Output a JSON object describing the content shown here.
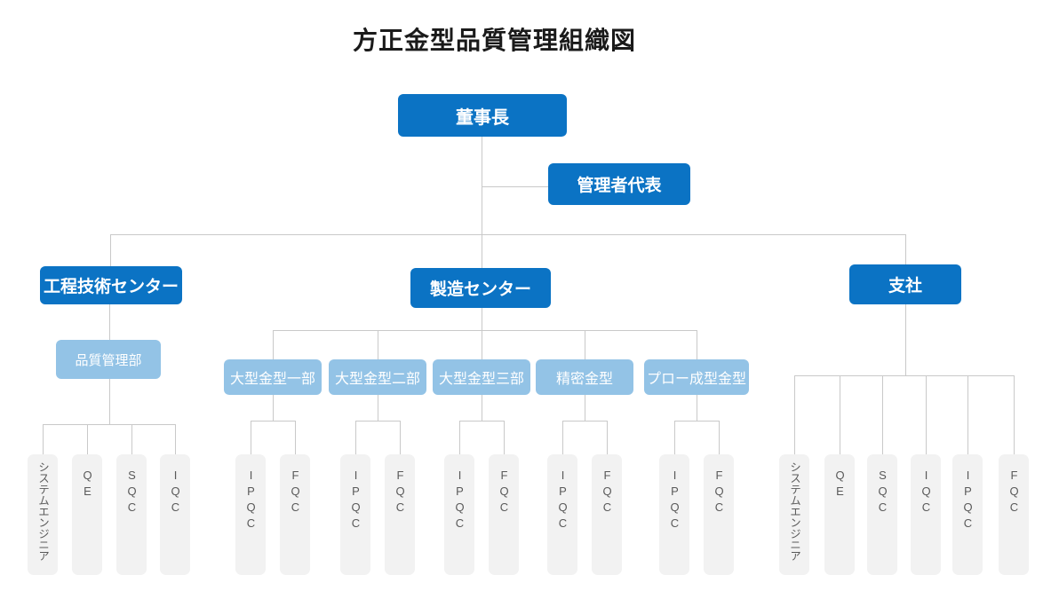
{
  "title": "方正金型品質管理組織図",
  "colors": {
    "primary": "#0b73c4",
    "secondary": "#93c3e6",
    "team_bg": "#f2f2f2",
    "team_text": "#595959",
    "line": "#c9c9c9",
    "title": "#1a1a1a"
  },
  "nodes": {
    "chairman": "董事長",
    "management_rep": "管理者代表",
    "engineering_center": "工程技術センター",
    "manufacturing_center": "製造センター",
    "branch_office": "支社",
    "quality_dept": "品質管理部"
  },
  "engineering_teams": [
    "システムエンジニア",
    "QE",
    "SQC",
    "IQC"
  ],
  "manufacturing_depts": [
    "大型金型一部",
    "大型金型二部",
    "大型金型三部",
    "精密金型",
    "プロー成型金型"
  ],
  "dept_teams": [
    "IPQC",
    "FQC"
  ],
  "branch_teams": [
    "システムエンジニア",
    "QE",
    "SQC",
    "IQC",
    "IPQC",
    "FQC"
  ]
}
